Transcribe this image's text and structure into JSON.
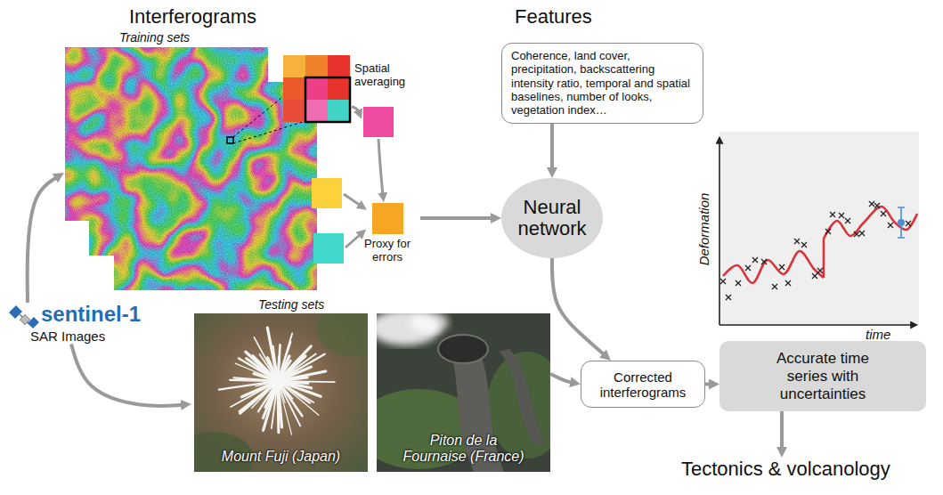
{
  "diagram": {
    "nodes": [
      {
        "text": [
          "sentinel-1",
          "SAR Images"
        ]
      },
      {
        "text": [
          "Training sets"
        ]
      },
      {
        "text": [
          "Proxy for errors"
        ]
      },
      {
        "text": [
          "Coherence, land cover, precipitation, backscattering intensity ratio, temporal and spatial baselines, number of looks, vegetation index…"
        ]
      },
      {
        "text": [
          "Neural network"
        ]
      },
      {
        "text": [
          "Testing sets"
        ]
      },
      {
        "text": [
          "Mount Fuji (Japan)"
        ],
        "in": 5
      },
      {
        "text": [
          "Piton de la Fournaise (France)"
        ],
        "in": 5
      },
      {
        "text": [
          "Corrected interferograms"
        ]
      },
      {
        "text": [
          "Accurate time series with uncertainties"
        ]
      },
      {
        "text": [
          "Tectonics & volcanology"
        ]
      }
    ],
    "edges": [
      {
        "from": 0,
        "to": 1,
        "arrow": "to"
      },
      {
        "from": 0,
        "to": 5,
        "arrow": "to"
      },
      {
        "from": 2,
        "to": 4,
        "arrow": "to"
      },
      {
        "from": 3,
        "to": 4,
        "arrow": "to"
      },
      {
        "from": 4,
        "to": 8,
        "arrow": "to"
      },
      {
        "from": 7,
        "to": 8,
        "arrow": "to"
      },
      {
        "from": 8,
        "to": 9,
        "arrow": "to"
      },
      {
        "from": 9,
        "to": 10,
        "arrow": "to"
      }
    ],
    "labels": [
      "Interferograms",
      "Features",
      "Spatial averaging",
      "Deformation",
      "time"
    ]
  }
}
